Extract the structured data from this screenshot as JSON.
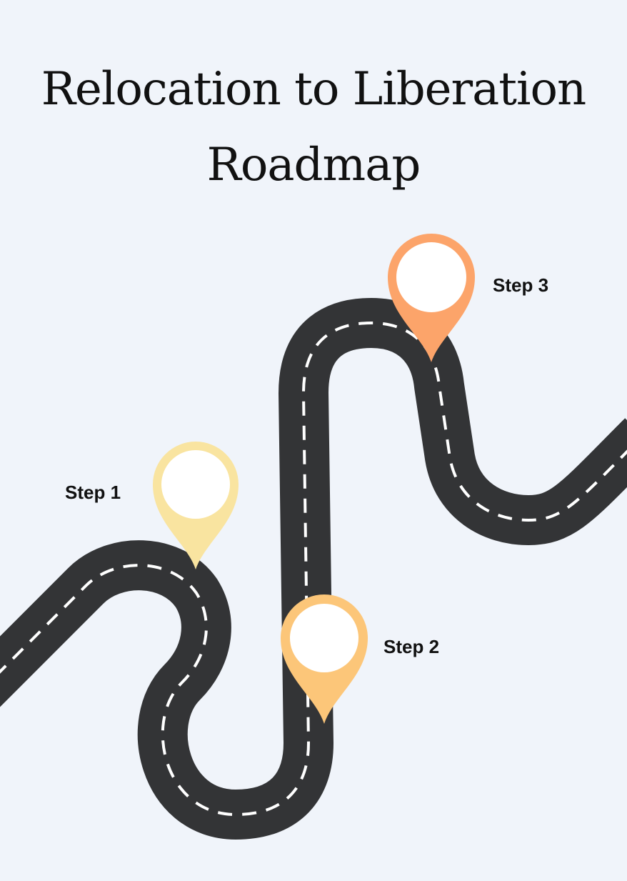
{
  "title": {
    "line1": "Relocation to Liberation",
    "line2": "Roadmap"
  },
  "steps": [
    {
      "label": "Step 1",
      "color": "#f9e4a0"
    },
    {
      "label": "Step 2",
      "color": "#fcc679"
    },
    {
      "label": "Step 3",
      "color": "#fca46a"
    }
  ],
  "colors": {
    "background": "#f0f4fa",
    "road": "#333436",
    "lane": "#ffffff"
  }
}
